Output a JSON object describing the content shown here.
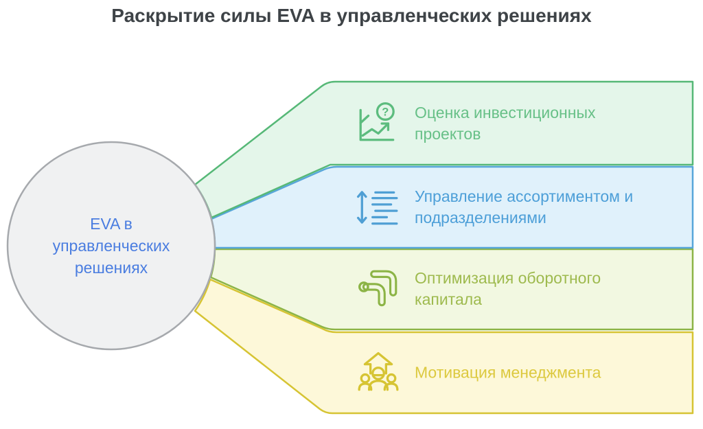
{
  "title": "Раскрытие силы EVA в управленческих решениях",
  "center": {
    "label": "EVA в управленческих решениях",
    "lines": [
      "EVA в",
      "управленческих",
      "решениях"
    ]
  },
  "branches": [
    {
      "label": "Оценка инвестиционных проектов",
      "lines": [
        "Оценка инвестиционных",
        "проектов"
      ],
      "icon": "chart-question-icon"
    },
    {
      "label": "Управление ассортиментом и подразделениями",
      "lines": [
        "Управление ассортиментом и",
        "подразделениями"
      ],
      "icon": "sort-lines-icon"
    },
    {
      "label": "Оптимизация оборотного капитала",
      "lines": [
        "Оптимизация оборотного",
        "капитала"
      ],
      "icon": "rotate-arrows-icon"
    },
    {
      "label": "Мотивация менеджмента",
      "lines": [
        "Мотивация менеджмента"
      ],
      "icon": "team-growth-icon"
    }
  ],
  "glyphs": {
    "question": "?"
  },
  "colors": {
    "title_color": "#3e4347",
    "circle_fill": "#f0f1f2",
    "circle_stroke": "#a6a9ad",
    "circle_text": "#4a7de0",
    "b1_fill": "#e4f6ea",
    "b1_stroke": "#56b877",
    "b1_text": "#67c087",
    "b1_icon": "#5cbc7e",
    "b2_fill": "#e0f1fb",
    "b2_stroke": "#57a6d9",
    "b2_text": "#4d9fd8",
    "b2_icon": "#4f9fd4",
    "b3_fill": "#f2f8e1",
    "b3_stroke": "#8cb446",
    "b3_text": "#9eba4e",
    "b3_icon": "#8cb446",
    "b4_fill": "#fdf8d9",
    "b4_stroke": "#d6c433",
    "b4_text": "#dcc93f",
    "b4_icon": "#d6c433"
  }
}
